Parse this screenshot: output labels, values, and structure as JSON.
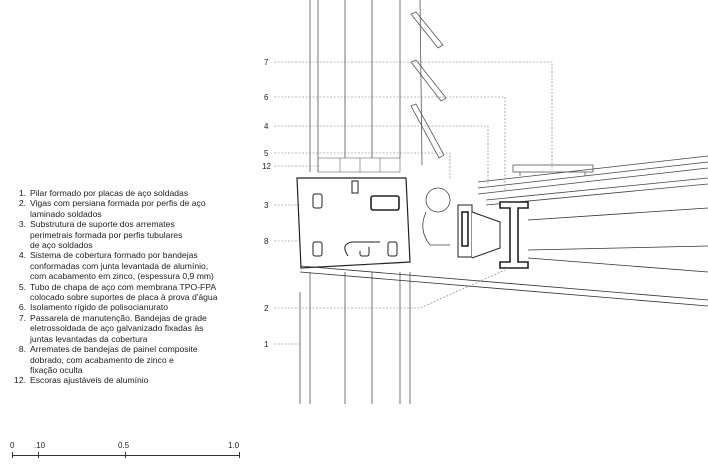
{
  "legend": [
    {
      "num": "1.",
      "text": "Pilar formado por placas de aço soldadas"
    },
    {
      "num": "2.",
      "text": "Vigas com persiana formada por perfis de aço\nlaminado soldados"
    },
    {
      "num": "3.",
      "text": "Substrutura de suporte dos arremates\nperimetrais formada por perfis tubulares\nde aço soldados"
    },
    {
      "num": "4.",
      "text": "Sistema de cobertura formado por bandejas\nconformadas com junta levantada de alumínio,\ncom acabamento em zinco, (espessura 0,9 mm)"
    },
    {
      "num": "5.",
      "text": "Tubo de chapa de aço com membrana TPO-FPA\n colocado sobre suportes de placa à prova d'água"
    },
    {
      "num": "6.",
      "text": "Isolamento rígido de polisocianurato"
    },
    {
      "num": "7.",
      "text": "Passarela de manutenção. Bandejas de grade\neletrossoldada de aço galvanizado fixadas às\njuntas levantadas da cobertura"
    },
    {
      "num": "8.",
      "text": "Arremates de bandejas de painel composite\ndobrado, com acabamento de zinco e\nfixação oculta"
    },
    {
      "num": "12.",
      "text": "Escoras ajustáveis de alumínio"
    }
  ],
  "scale": {
    "labels": [
      "0",
      ".10",
      "0.5",
      "1.0"
    ]
  },
  "callouts": [
    {
      "label": "7",
      "target": "maintenance-walkway"
    },
    {
      "label": "6",
      "target": "rigid-insulation"
    },
    {
      "label": "4",
      "target": "roof-tray-system"
    },
    {
      "label": "5",
      "target": "steel-tube-membrane"
    },
    {
      "label": "12",
      "target": "aluminium-struts"
    },
    {
      "label": "3",
      "target": "support-substructure"
    },
    {
      "label": "8",
      "target": "composite-panel-trim"
    },
    {
      "label": "2",
      "target": "louvre-beams"
    },
    {
      "label": "1",
      "target": "steel-column"
    }
  ]
}
